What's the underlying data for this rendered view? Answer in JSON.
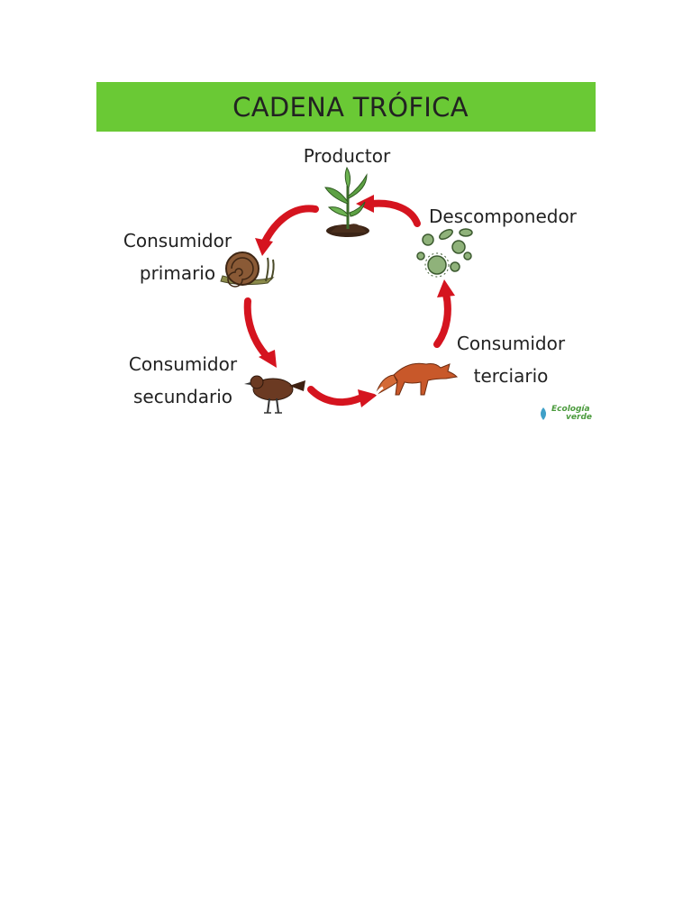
{
  "title": "CADENA TRÓFICA",
  "colors": {
    "banner": "#6ac935",
    "arrow": "#d5141f",
    "text": "#222222",
    "watermark": "#4a9a3c"
  },
  "nodes": {
    "productor": {
      "label": "Productor",
      "icon": "plant-icon"
    },
    "consumidor_primario": {
      "label_1": "Consumidor",
      "label_2": "primario",
      "icon": "snail-icon"
    },
    "consumidor_secundario": {
      "label_1": "Consumidor",
      "label_2": "secundario",
      "icon": "bird-icon"
    },
    "consumidor_terciario": {
      "label_1": "Consumidor",
      "label_2": "terciario",
      "icon": "fox-icon"
    },
    "descomponedor": {
      "label": "Descomponedor",
      "icon": "bacteria-icon"
    }
  },
  "flow": [
    "productor",
    "consumidor_primario",
    "consumidor_secundario",
    "consumidor_terciario",
    "descomponedor",
    "productor"
  ],
  "watermark": {
    "line_1": "Ecología",
    "line_2": "verde"
  }
}
